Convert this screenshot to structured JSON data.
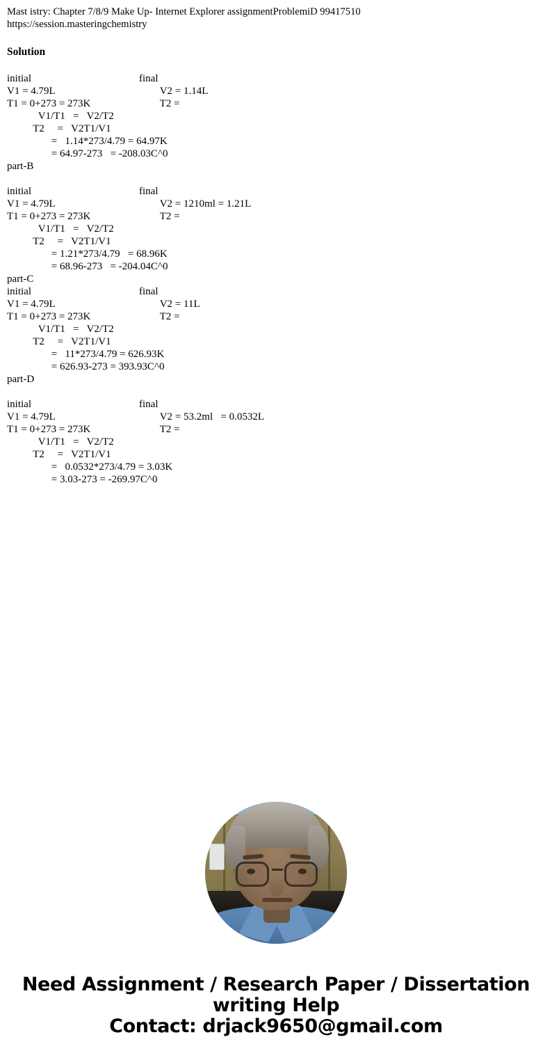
{
  "document": {
    "header": {
      "title_line": "Mast istry: Chapter 7/8/9 Make Up- Internet Explorer assignmentProblemiD 99417510",
      "url_line": "https://session.masteringchemistry"
    },
    "solution_heading": "Solution",
    "blocks": [
      {
        "id": "part-a",
        "lines": [
          {
            "type": "two-col",
            "left": "initial",
            "right": "final"
          },
          {
            "type": "two-col",
            "left": "V1 = 4.79L",
            "right": "        V2 = 1.14L"
          },
          {
            "type": "two-col",
            "left": "T1 = 0+273 = 273K",
            "right": "        T2 ="
          },
          {
            "type": "plain",
            "text": "            V1/T1   =   V2/T2"
          },
          {
            "type": "plain",
            "text": "          T2     =   V2T1/V1"
          },
          {
            "type": "plain",
            "text": "                 =   1.14*273/4.79 = 64.97K"
          },
          {
            "type": "plain",
            "text": "                 = 64.97-273   = -208.03C^0"
          }
        ],
        "part_label": "part-B",
        "blank_after_label": true
      },
      {
        "id": "part-b",
        "lines": [
          {
            "type": "two-col",
            "left": "initial",
            "right": "final"
          },
          {
            "type": "two-col",
            "left": "V1 = 4.79L",
            "right": "        V2 = 1210ml = 1.21L"
          },
          {
            "type": "two-col",
            "left": "T1 = 0+273 = 273K",
            "right": "        T2 ="
          },
          {
            "type": "plain",
            "text": "            V1/T1   =   V2/T2"
          },
          {
            "type": "plain",
            "text": "          T2     =   V2T1/V1"
          },
          {
            "type": "plain",
            "text": "                 = 1.21*273/4.79   = 68.96K"
          },
          {
            "type": "plain",
            "text": "                 = 68.96-273   = -204.04C^0"
          }
        ],
        "part_label": "part-C",
        "blank_after_label": false
      },
      {
        "id": "part-c",
        "lines": [
          {
            "type": "two-col",
            "left": "initial",
            "right": "final"
          },
          {
            "type": "two-col",
            "left": "V1 = 4.79L",
            "right": "        V2 = 11L"
          },
          {
            "type": "two-col",
            "left": "T1 = 0+273 = 273K",
            "right": "        T2 ="
          },
          {
            "type": "plain",
            "text": "            V1/T1   =   V2/T2"
          },
          {
            "type": "plain",
            "text": "          T2     =   V2T1/V1"
          },
          {
            "type": "plain",
            "text": "                 =   11*273/4.79 = 626.93K"
          },
          {
            "type": "plain",
            "text": "                 = 626.93-273 = 393.93C^0"
          }
        ],
        "part_label": "part-D",
        "blank_after_label": true
      },
      {
        "id": "part-d",
        "lines": [
          {
            "type": "two-col",
            "left": "initial",
            "right": "final"
          },
          {
            "type": "two-col",
            "left": "V1 = 4.79L",
            "right": "        V2 = 53.2ml   = 0.0532L"
          },
          {
            "type": "two-col",
            "left": "T1 = 0+273 = 273K",
            "right": "        T2 ="
          },
          {
            "type": "plain",
            "text": "            V1/T1   =   V2/T2"
          },
          {
            "type": "plain",
            "text": "          T2     =   V2T1/V1"
          },
          {
            "type": "plain",
            "text": "                 =   0.0532*273/4.79 = 3.03K"
          },
          {
            "type": "plain",
            "text": "                 = 3.03-273 = -269.97C^0"
          }
        ],
        "part_label": "",
        "blank_after_label": false
      }
    ]
  },
  "avatar": {
    "alt": "portrait photo of a man with grey hair and glasses wearing a blue shirt",
    "colors": {
      "sky": "#7cc0e8",
      "wall": "#9b8b5c",
      "shirt": "#5580ae",
      "hair": "#9d968d",
      "skin": "#8b6f54"
    }
  },
  "promo": {
    "line1": "Need Assignment / Research Paper / Dissertation",
    "line2": "writing Help",
    "line3": "Contact: drjack9650@gmail.com"
  }
}
